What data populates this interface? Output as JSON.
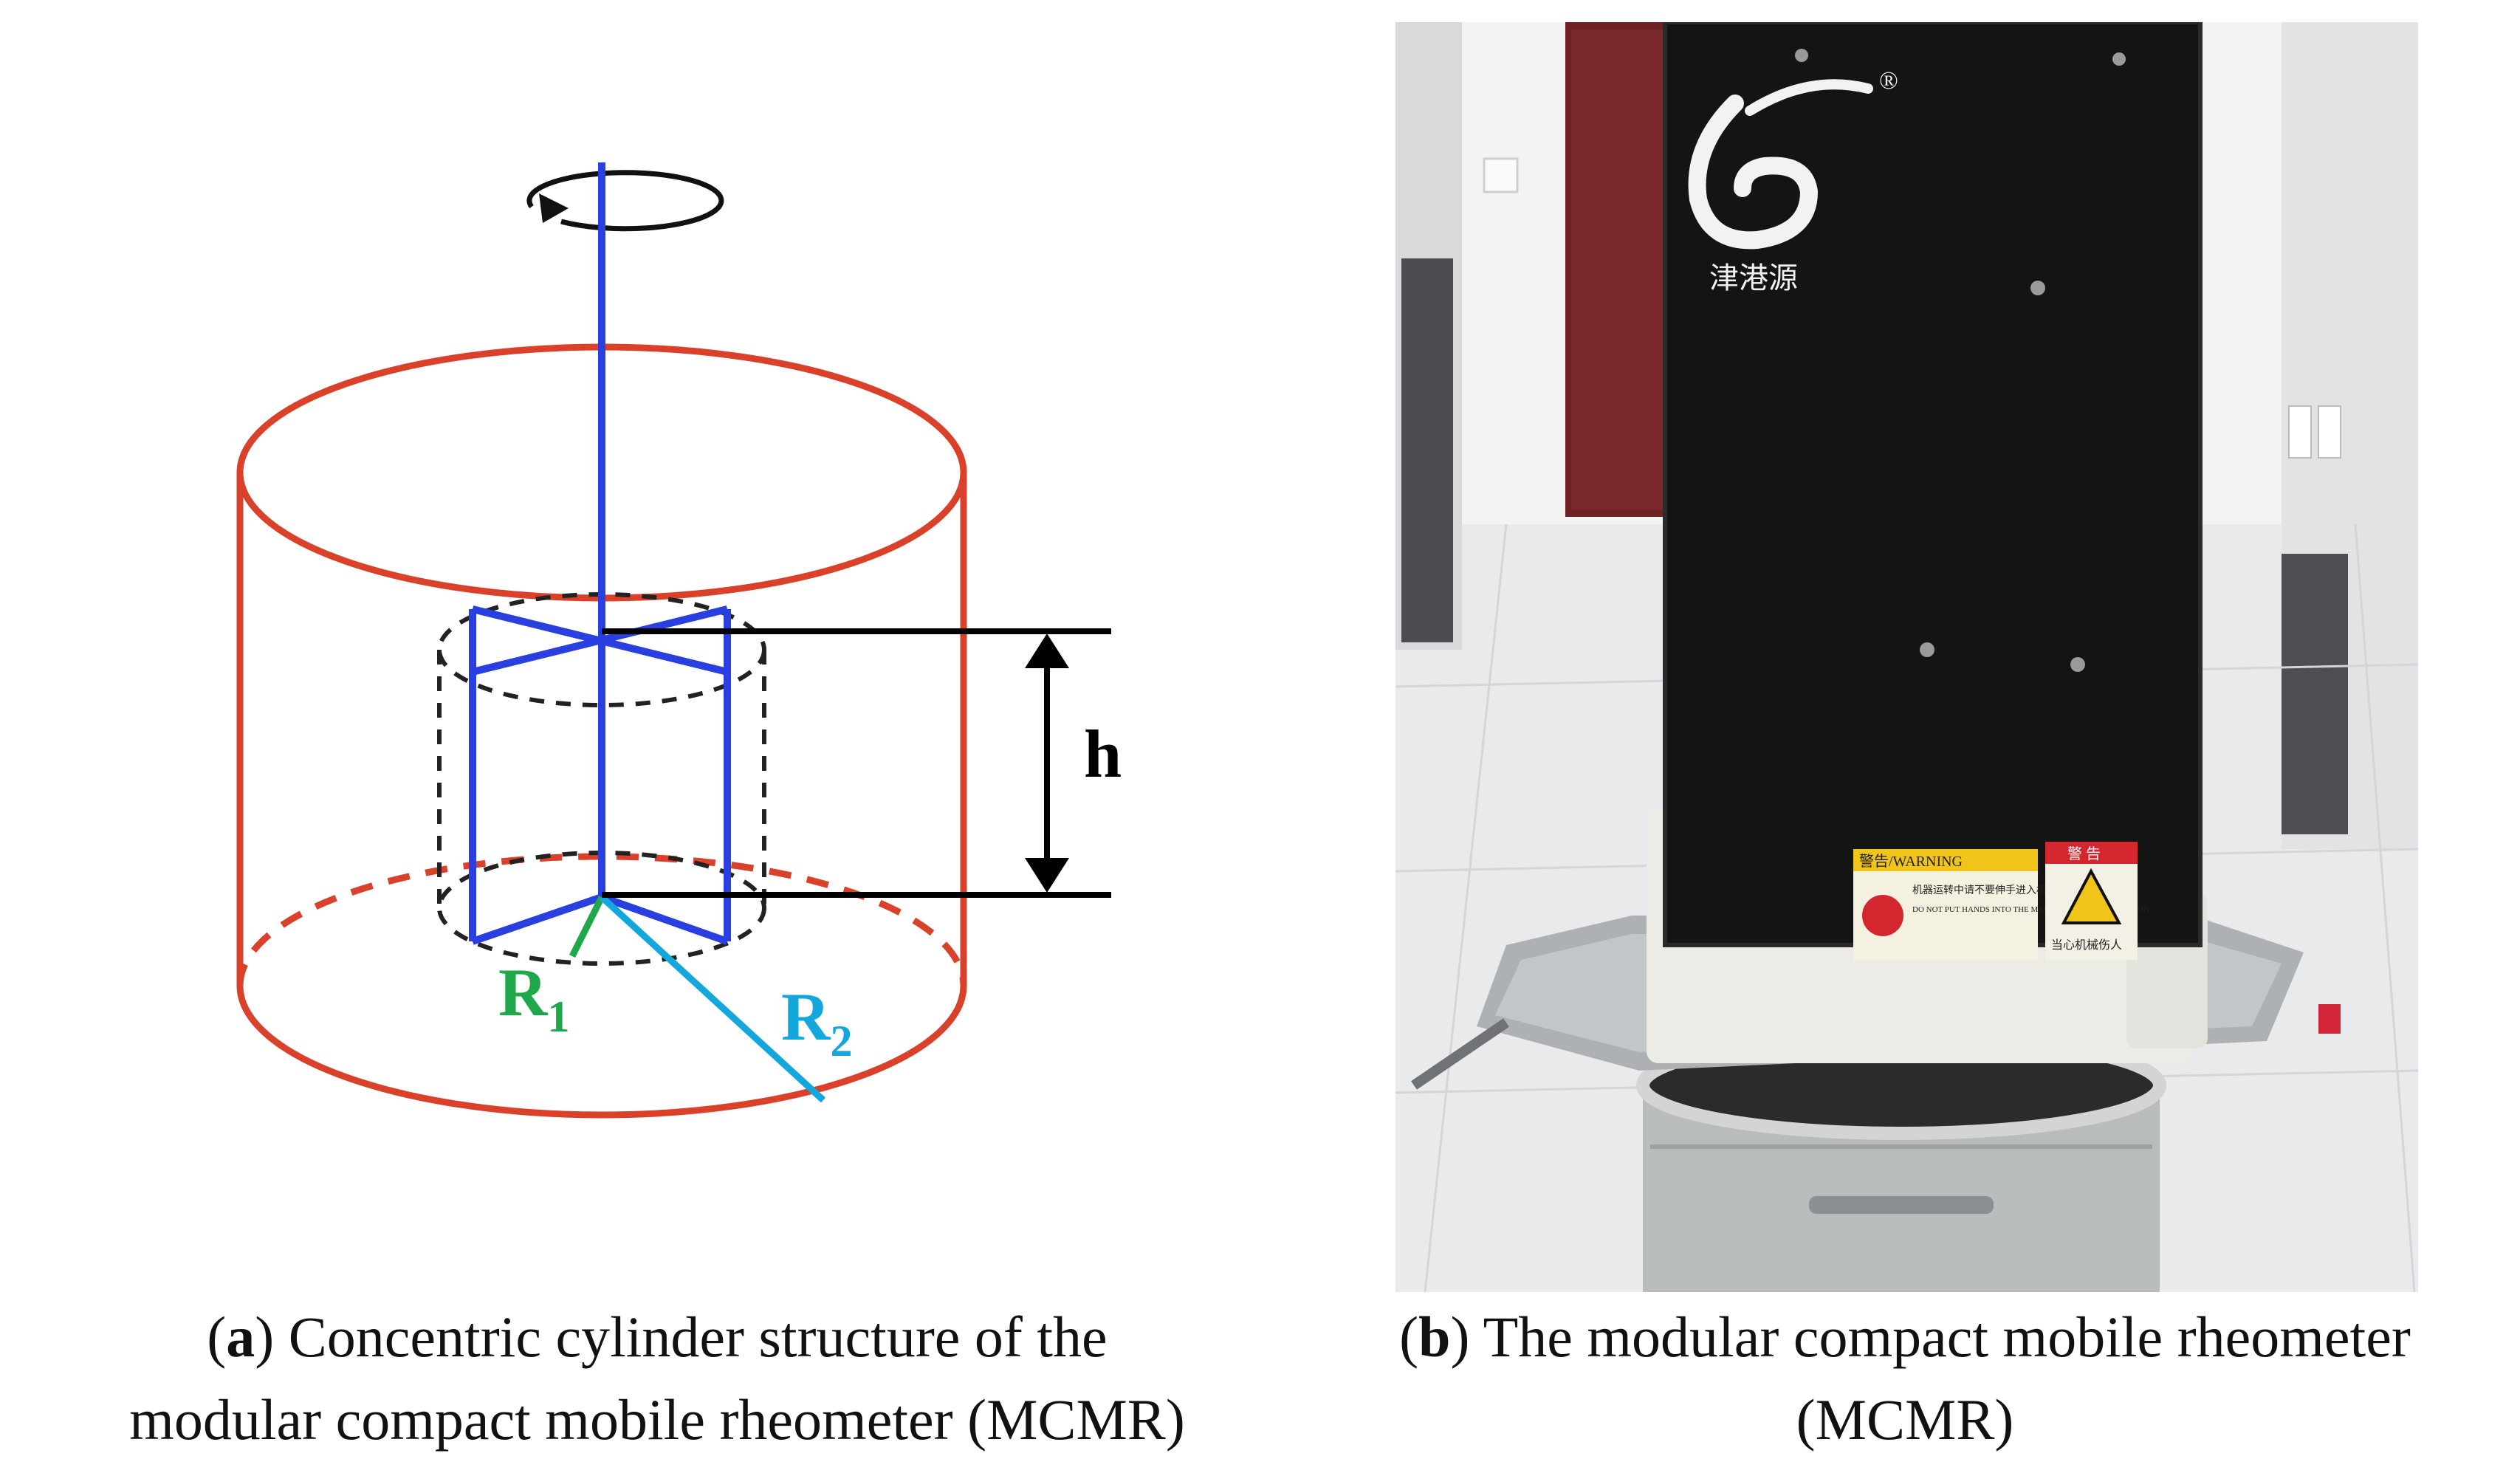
{
  "panel_a": {
    "label_h": "h",
    "label_r1": "R",
    "label_r1_sub": "1",
    "label_r2": "R",
    "label_r2_sub": "2",
    "caption_letter": "a",
    "caption_line1": "Concentric cylinder structure of the",
    "caption_line2": "modular compact mobile rheometer (MCMR)"
  },
  "panel_b": {
    "brand_text": "津港源",
    "registered_mark": "®",
    "warning_header": "警告/WARNING",
    "warning_text_cn": "机器运转中请不要伸手进入机器内部",
    "warning_text_en": "DO NOT PUT HANDS INTO THE MACHINE DURING OPERATION",
    "caution_header": "警 告",
    "caution_text": "当心机械伤人",
    "caption_letter": "b",
    "caption_line1": "The modular compact mobile rheometer",
    "caption_line2": "(MCMR)"
  },
  "colors": {
    "outer_cylinder": "#d9412b",
    "shaft": "#2a3fe0",
    "r1": "#1fa84a",
    "r2": "#14a7dc",
    "device_body": "#141414",
    "mount_block": "#ecebe6",
    "pot": "#b9bcbd"
  }
}
